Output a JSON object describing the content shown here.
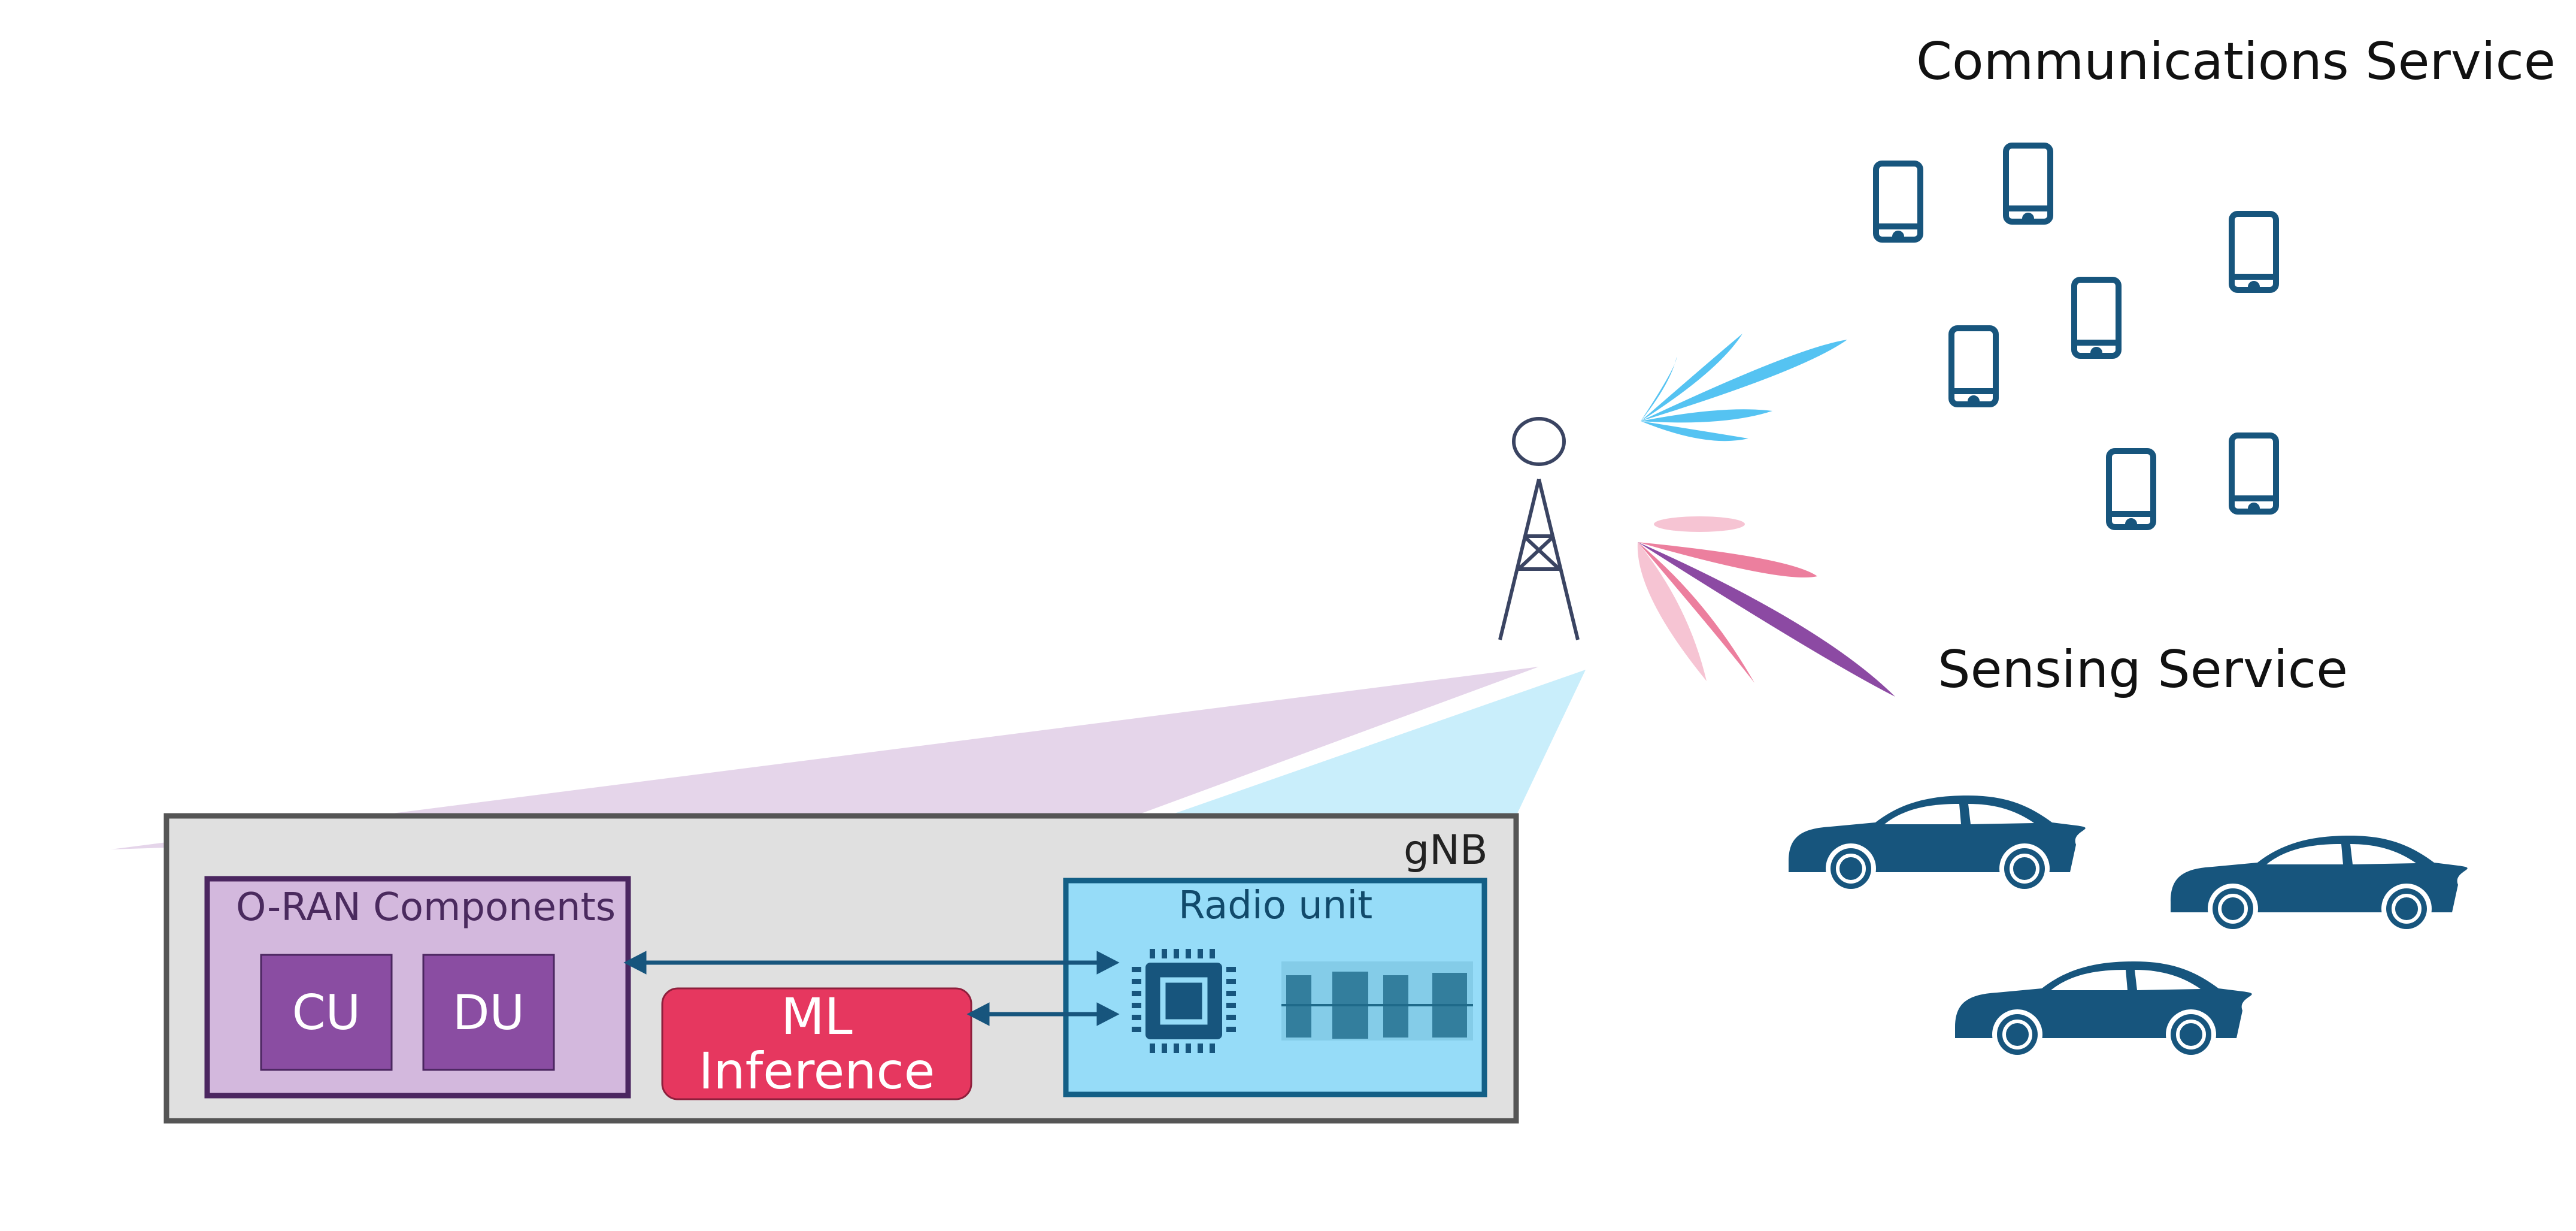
{
  "labels": {
    "communications": "Communications Service",
    "sensing": "Sensing Service",
    "gnb": "gNB",
    "oran": "O-RAN Components",
    "cu": "CU",
    "du": "DU",
    "ml": "ML\nInference",
    "radio_unit": "Radio unit"
  },
  "colors": {
    "gnb_fill": "#e0e0e0",
    "gnb_border": "#555555",
    "oran_fill": "#d3b8dd",
    "oran_border": "#4b2660",
    "cu_du_fill": "#8a4da2",
    "ml_fill": "#e6375f",
    "radio_fill": "#96dcf8",
    "radio_border": "#135f86",
    "device": "#17557d",
    "beam_blue": "#55c3f2",
    "beam_pink": "#ec7f9e",
    "beam_purple": "#8c4aa3"
  },
  "icons": {
    "phone": "smartphone-icon",
    "car": "car-icon",
    "tower": "antenna-tower-icon",
    "chip": "processor-chip-icon",
    "signal": "waveform-icon"
  }
}
